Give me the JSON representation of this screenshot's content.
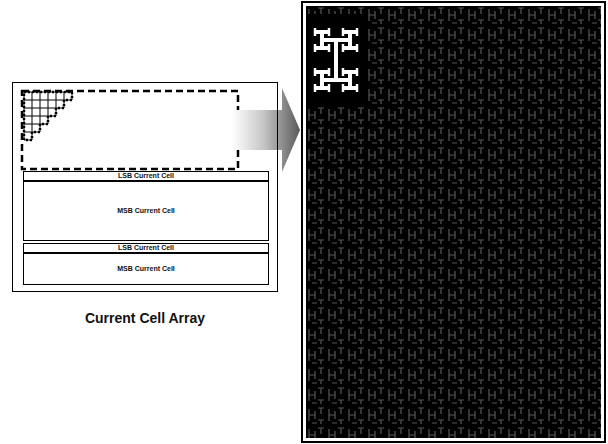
{
  "diagram": {
    "nodes": [
      {
        "text": [
          "Current Cell Array"
        ]
      },
      {
        "text": [
          "LSB Current Cell"
        ],
        "in": 0
      },
      {
        "text": [
          "MSB Current Cell"
        ],
        "in": 0
      },
      {
        "text": [
          "LSB Current Cell"
        ],
        "in": 0
      },
      {
        "text": [
          "MSB Current Cell"
        ],
        "in": 0
      }
    ]
  }
}
